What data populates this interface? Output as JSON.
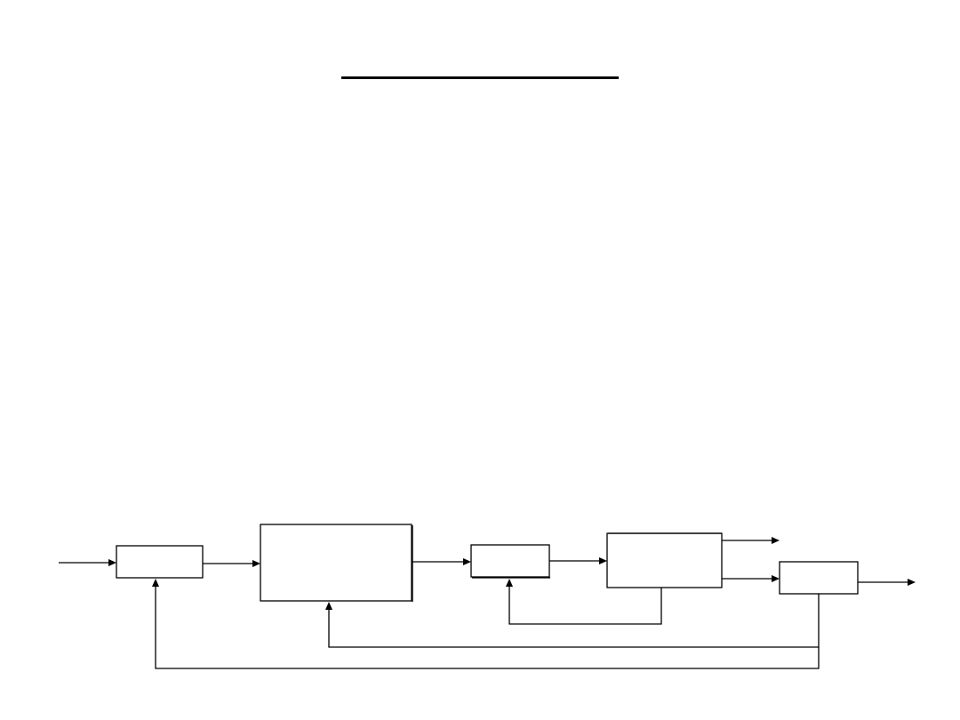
{
  "slide": {
    "title": "",
    "background": "#ffffff",
    "line_color": "#000000"
  },
  "diagram": {
    "blocks": [
      {
        "id": "block-1",
        "label": ""
      },
      {
        "id": "block-2",
        "label": ""
      },
      {
        "id": "block-3",
        "label": ""
      },
      {
        "id": "block-4",
        "label": ""
      },
      {
        "id": "block-5",
        "label": ""
      }
    ],
    "connections": [
      {
        "from": "input",
        "to": "block-1"
      },
      {
        "from": "block-1",
        "to": "block-2"
      },
      {
        "from": "block-2",
        "to": "block-3"
      },
      {
        "from": "block-3",
        "to": "block-4"
      },
      {
        "from": "block-4",
        "to": "output-upper"
      },
      {
        "from": "block-4",
        "to": "block-5"
      },
      {
        "from": "block-5",
        "to": "output"
      },
      {
        "from": "block-4",
        "to": "block-3",
        "kind": "feedback"
      },
      {
        "from": "block-5",
        "to": "block-2",
        "kind": "feedback"
      },
      {
        "from": "block-5",
        "to": "block-1",
        "kind": "feedback"
      }
    ]
  }
}
